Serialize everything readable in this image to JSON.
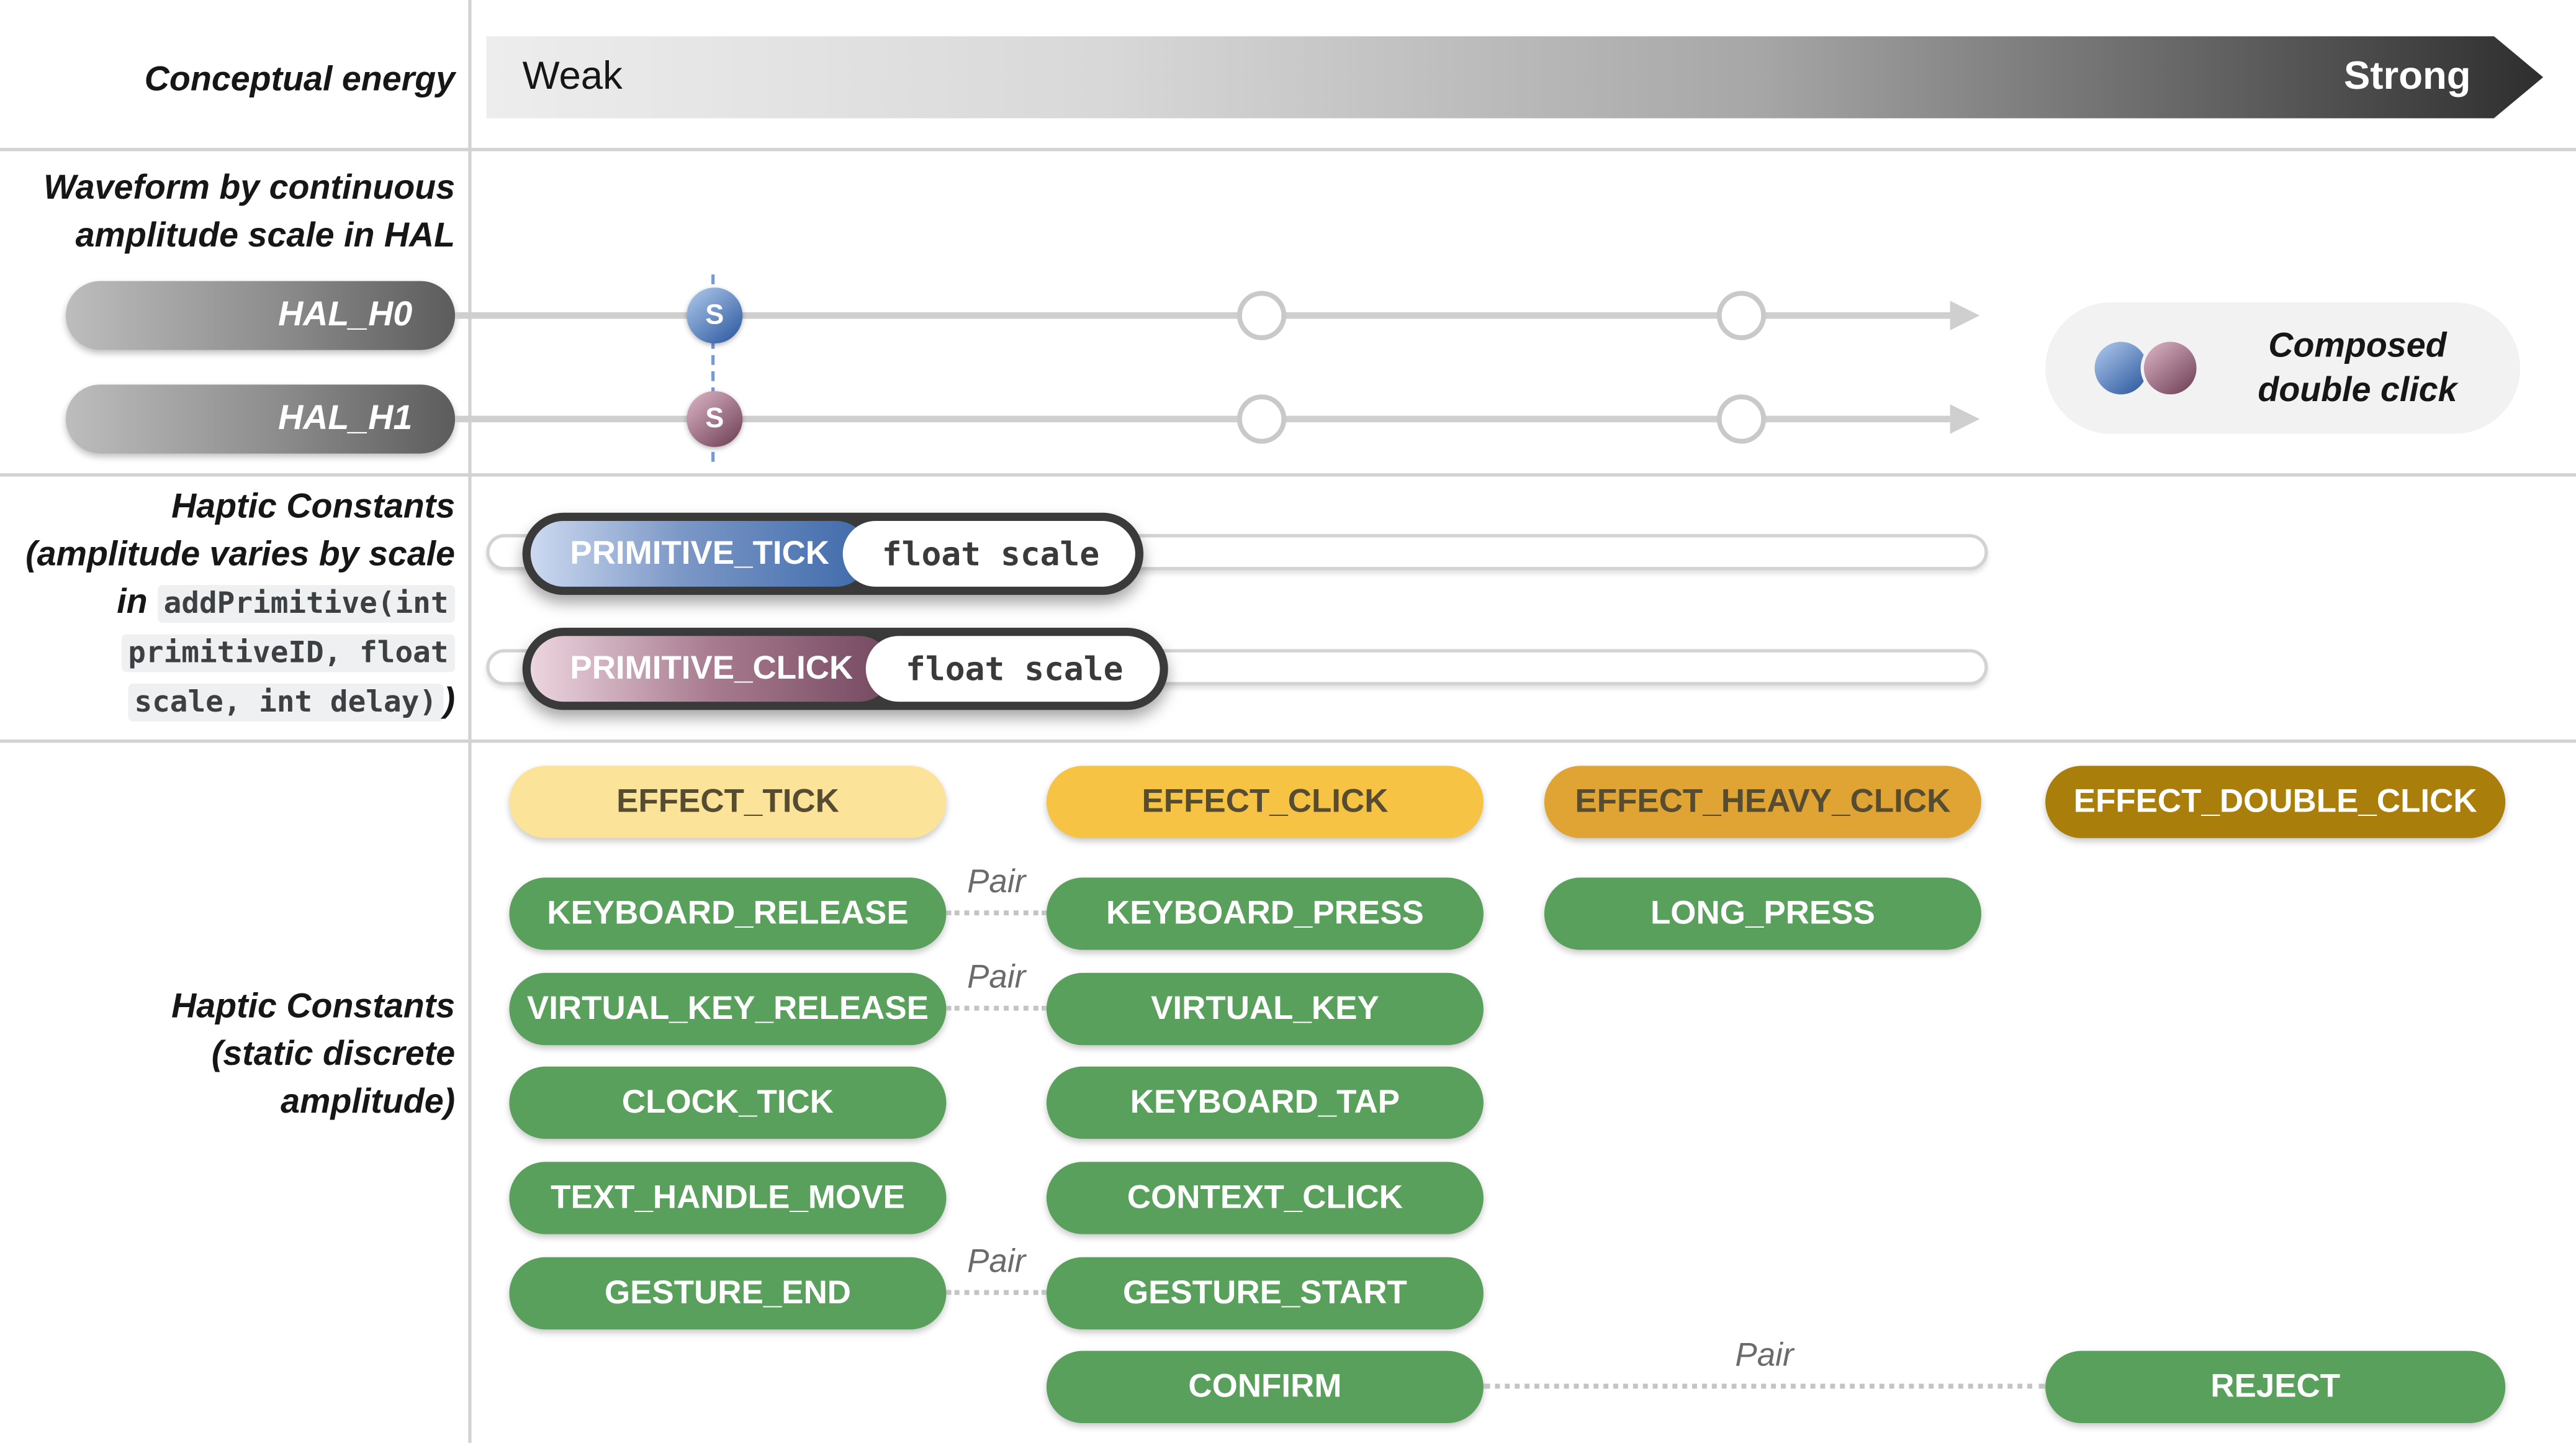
{
  "colors": {
    "green": "#58a05b",
    "effect_tick_bg": "#fce39a",
    "effect_click_bg": "#f6c344",
    "effect_heavy_bg": "#dfa434",
    "effect_double_bg": "#a97e0b",
    "accent_blue": "#3f6aab",
    "accent_mauve": "#74485f"
  },
  "header": {
    "label": "Conceptual energy",
    "weak": "Weak",
    "strong": "Strong"
  },
  "waveform": {
    "label_line1": "Waveform by continuous",
    "label_line2": "amplitude scale in HAL",
    "marker": "S",
    "tracks": [
      {
        "name": "HAL_H0"
      },
      {
        "name": "HAL_H1"
      }
    ],
    "composed_line1": "Composed",
    "composed_line2": "double click"
  },
  "primitives": {
    "label_line1": "Haptic Constants",
    "label_line2": "(amplitude varies by scale",
    "label_line3_prefix": "in ",
    "label_line3_code": "addPrimitive(int",
    "label_line4_code": "primitiveID, float",
    "label_line5_code": "scale, int delay)",
    "label_line5_suffix": ")",
    "rows": [
      {
        "name": "PRIMITIVE_TICK",
        "param": "float scale"
      },
      {
        "name": "PRIMITIVE_CLICK",
        "param": "float scale"
      }
    ]
  },
  "constants": {
    "label_line1": "Haptic Constants",
    "label_line2": "(static discrete",
    "label_line3": "amplitude)",
    "pair": "Pair",
    "effects": [
      {
        "label": "EFFECT_TICK"
      },
      {
        "label": "EFFECT_CLICK"
      },
      {
        "label": "EFFECT_HEAVY_CLICK"
      },
      {
        "label": "EFFECT_DOUBLE_CLICK"
      }
    ],
    "green": {
      "keyboard_release": "KEYBOARD_RELEASE",
      "keyboard_press": "KEYBOARD_PRESS",
      "long_press": "LONG_PRESS",
      "virtual_key_release": "VIRTUAL_KEY_RELEASE",
      "virtual_key": "VIRTUAL_KEY",
      "clock_tick": "CLOCK_TICK",
      "keyboard_tap": "KEYBOARD_TAP",
      "text_handle_move": "TEXT_HANDLE_MOVE",
      "context_click": "CONTEXT_CLICK",
      "gesture_end": "GESTURE_END",
      "gesture_start": "GESTURE_START",
      "confirm": "CONFIRM",
      "reject": "REJECT"
    }
  }
}
